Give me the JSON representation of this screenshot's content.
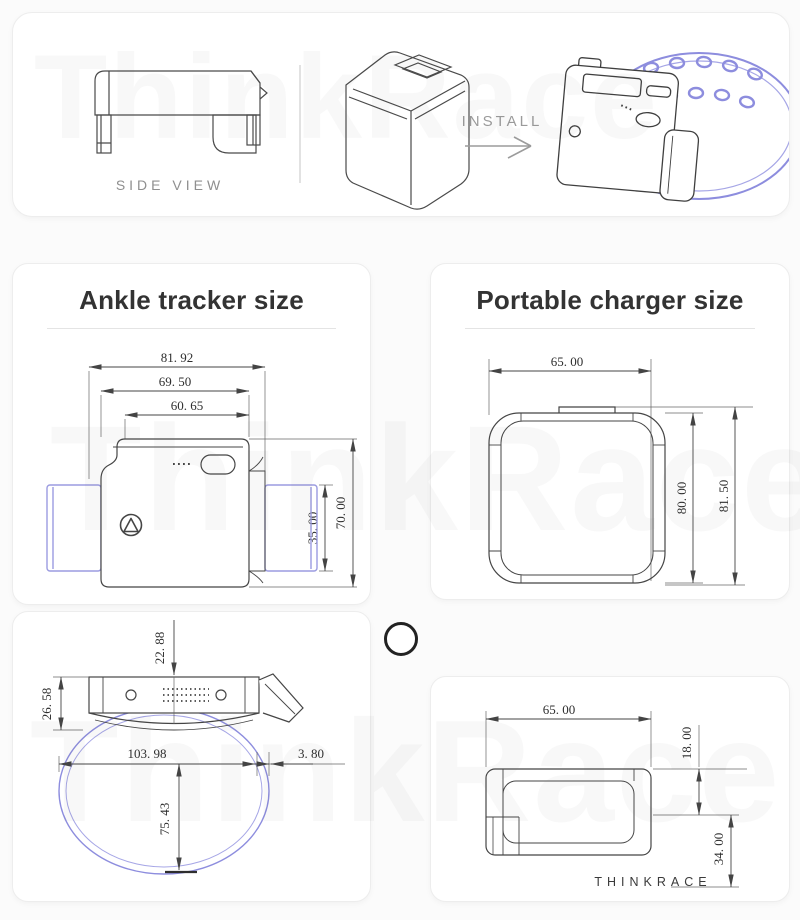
{
  "banner": {
    "side_view_label": "SIDE VIEW",
    "install_label": "INSTALL"
  },
  "ankle_card": {
    "title": "Ankle tracker size",
    "dims": {
      "outer_width": "81. 92",
      "mid_width": "69. 50",
      "inner_width": "60. 65",
      "strap_height": "35. 00",
      "body_height": "70. 00"
    }
  },
  "charger_card": {
    "title": "Portable charger size",
    "dims": {
      "width": "65. 00",
      "inner_height": "80. 00",
      "outer_height": "81. 50"
    }
  },
  "band_card": {
    "dims": {
      "device_thickness": "22. 88",
      "side_height": "26. 58",
      "band_width": "103. 98",
      "band_thickness": "3. 80",
      "band_height": "75. 43"
    }
  },
  "charger_side_card": {
    "dims": {
      "width": "65. 00",
      "cap_height": "18. 00",
      "body_height": "34. 00"
    },
    "brand": "THINKRACE"
  },
  "watermark": {
    "text": "ThinkRace"
  },
  "colors": {
    "band_blue": "#8d8dde",
    "line": "#4a4a4a"
  }
}
